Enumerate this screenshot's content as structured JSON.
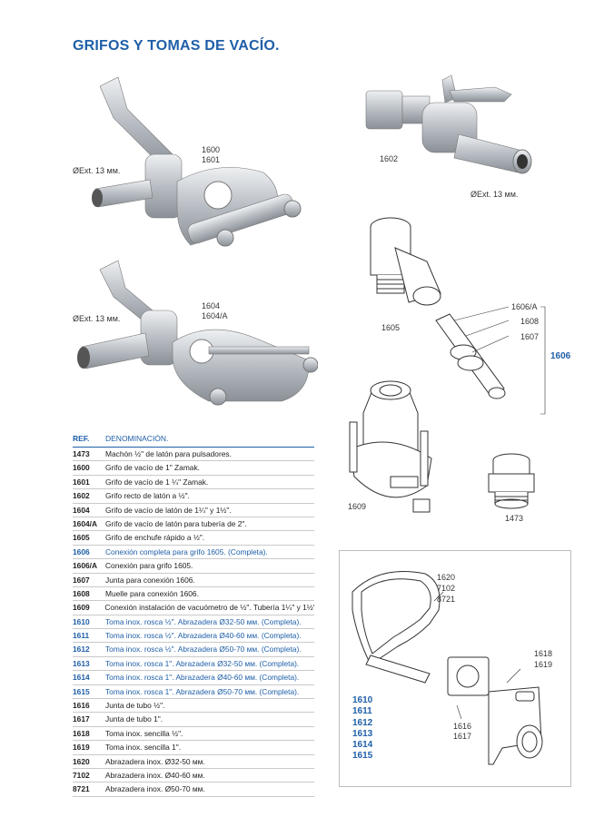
{
  "page": {
    "title": "GRIFOS Y TOMAS DE VACÍO."
  },
  "figures": {
    "fig_1600": {
      "codes": [
        "1600",
        "1601"
      ],
      "note": "ØExt. 13 мм."
    },
    "fig_1604": {
      "codes": [
        "1604",
        "1604/A"
      ],
      "note": "ØExt. 13 мм."
    },
    "fig_1602": {
      "code": "1602",
      "note": "ØExt. 13 мм."
    },
    "fig_1605": {
      "code": "1605"
    },
    "fig_1606": {
      "parts": [
        "1606/A",
        "1608",
        "1607"
      ],
      "group": "1606"
    },
    "fig_1609": {
      "code": "1609"
    },
    "fig_1473": {
      "code": "1473"
    },
    "fig_panel": {
      "clamp_codes": [
        "1620",
        "7102",
        "8721"
      ],
      "tap_codes": [
        "1618",
        "1619"
      ],
      "gasket_codes": [
        "1616",
        "1617"
      ],
      "group_codes": [
        "1610",
        "1611",
        "1612",
        "1613",
        "1614",
        "1615"
      ]
    }
  },
  "table": {
    "headers": {
      "ref": "REF.",
      "name": "DENOMINACIÓN."
    },
    "rows": [
      {
        "ref": "1473",
        "name": "Machón ½\" de latón para pulsadores.",
        "highlight": false
      },
      {
        "ref": "1600",
        "name": "Grifo de vacío de 1\" Zamak.",
        "highlight": false
      },
      {
        "ref": "1601",
        "name": "Grifo de vacío de 1 ¼\" Zamak.",
        "highlight": false
      },
      {
        "ref": "1602",
        "name": "Grifo recto de latón a ½\".",
        "highlight": false
      },
      {
        "ref": "1604",
        "name": "Grifo de vacío de latón de 1¼\" y 1½\".",
        "highlight": false
      },
      {
        "ref": "1604/A",
        "name": "Grifo de vacío de latón para tubería de 2\".",
        "highlight": false
      },
      {
        "ref": "1605",
        "name": "Grifo de enchufe rápido a ½\".",
        "highlight": false
      },
      {
        "ref": "1606",
        "name": "Conexión completa para grifo 1605. (Completa).",
        "highlight": true
      },
      {
        "ref": "1606/A",
        "name": "Conexión para grifo 1605.",
        "highlight": false
      },
      {
        "ref": "1607",
        "name": "Junta para conexión 1606.",
        "highlight": false
      },
      {
        "ref": "1608",
        "name": "Muelle para conexión 1606.",
        "highlight": false
      },
      {
        "ref": "1609",
        "name": "Conexión instalación de vacuómetro de ½\". Tubería 1¼\" y 1½\".",
        "highlight": false
      },
      {
        "ref": "1610",
        "name": "Toma inox. rosca ½\". Abrazadera Ø32-50 мм. (Completa).",
        "highlight": true
      },
      {
        "ref": "1611",
        "name": "Toma inox. rosca ½\". Abrazadera Ø40-60 мм. (Completa).",
        "highlight": true
      },
      {
        "ref": "1612",
        "name": "Toma inox. rosca ½\". Abrazadera Ø50-70 мм. (Completa).",
        "highlight": true
      },
      {
        "ref": "1613",
        "name": "Toma inox. rosca 1\". Abrazadera Ø32-50 мм. (Completa).",
        "highlight": true
      },
      {
        "ref": "1614",
        "name": "Toma inox. rosca 1\". Abrazadera Ø40-60 мм. (Completa).",
        "highlight": true
      },
      {
        "ref": "1615",
        "name": "Toma inox. rosca 1\". Abrazadera Ø50-70 мм. (Completa).",
        "highlight": true
      },
      {
        "ref": "1616",
        "name": "Junta de tubo ½\".",
        "highlight": false
      },
      {
        "ref": "1617",
        "name": "Junta de tubo 1\".",
        "highlight": false
      },
      {
        "ref": "1618",
        "name": "Toma inox. sencilla ½\".",
        "highlight": false
      },
      {
        "ref": "1619",
        "name": "Toma inox. sencilla 1\".",
        "highlight": false
      },
      {
        "ref": "1620",
        "name": "Abrazadera inox. Ø32-50 мм.",
        "highlight": false
      },
      {
        "ref": "7102",
        "name": "Abrazadera inox. Ø40-60 мм.",
        "highlight": false
      },
      {
        "ref": "8721",
        "name": "Abrazadera inox. Ø50-70 мм.",
        "highlight": false
      }
    ]
  },
  "colors": {
    "accent": "#1f5fa8",
    "rule": "#c9c9c9",
    "metal": "#c8ccd0"
  }
}
